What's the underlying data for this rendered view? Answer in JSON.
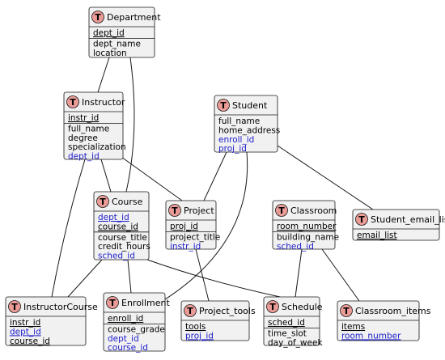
{
  "entity_marker": "T",
  "entities": [
    {
      "id": "department",
      "name": "Department",
      "attributes": [
        {
          "text": "dept_id",
          "pk": true,
          "fk": false
        },
        {
          "text": "dept_name",
          "pk": false,
          "fk": false
        },
        {
          "text": "location",
          "pk": false,
          "fk": false
        }
      ]
    },
    {
      "id": "instructor",
      "name": "Instructor",
      "attributes": [
        {
          "text": "instr_id",
          "pk": true,
          "fk": false
        },
        {
          "text": "full_name",
          "pk": false,
          "fk": false
        },
        {
          "text": "degree",
          "pk": false,
          "fk": false
        },
        {
          "text": "specialization",
          "pk": false,
          "fk": false
        },
        {
          "text": "dept_id",
          "pk": false,
          "fk": true
        }
      ]
    },
    {
      "id": "student",
      "name": "Student",
      "attributes": [
        {
          "text": "full_name",
          "pk": false,
          "fk": false
        },
        {
          "text": "home_address",
          "pk": false,
          "fk": false
        },
        {
          "text": "enroll_id",
          "pk": false,
          "fk": true
        },
        {
          "text": "proj_id",
          "pk": false,
          "fk": true
        }
      ]
    },
    {
      "id": "course",
      "name": "Course",
      "attributes": [
        {
          "text": "dept_id",
          "pk": true,
          "fk": true
        },
        {
          "text": "course_id",
          "pk": true,
          "fk": false
        },
        {
          "text": "course_title",
          "pk": false,
          "fk": false
        },
        {
          "text": "credit_hours",
          "pk": false,
          "fk": false
        },
        {
          "text": "sched_id",
          "pk": false,
          "fk": true
        }
      ]
    },
    {
      "id": "project",
      "name": "Project",
      "attributes": [
        {
          "text": "proj_id",
          "pk": true,
          "fk": false
        },
        {
          "text": "project_title",
          "pk": false,
          "fk": false
        },
        {
          "text": "instr_id",
          "pk": false,
          "fk": true
        }
      ]
    },
    {
      "id": "classroom",
      "name": "Classroom",
      "attributes": [
        {
          "text": "room_number",
          "pk": true,
          "fk": false
        },
        {
          "text": "building_name",
          "pk": false,
          "fk": false
        },
        {
          "text": "sched_id",
          "pk": false,
          "fk": true
        }
      ]
    },
    {
      "id": "student_email_list",
      "name": "Student_email_list",
      "attributes": [
        {
          "text": "email_list",
          "pk": true,
          "fk": false
        }
      ]
    },
    {
      "id": "instructorcourse",
      "name": "InstructorCourse",
      "attributes": [
        {
          "text": "instr_id",
          "pk": true,
          "fk": false
        },
        {
          "text": "dept_id",
          "pk": true,
          "fk": true
        },
        {
          "text": "course_id",
          "pk": true,
          "fk": false
        }
      ]
    },
    {
      "id": "enrollment",
      "name": "Enrollment",
      "attributes": [
        {
          "text": "enroll_id",
          "pk": true,
          "fk": false
        },
        {
          "text": "course_grade",
          "pk": false,
          "fk": false
        },
        {
          "text": "dept_id",
          "pk": false,
          "fk": true
        },
        {
          "text": "course_id",
          "pk": false,
          "fk": true
        }
      ]
    },
    {
      "id": "project_tools",
      "name": "Project_tools",
      "attributes": [
        {
          "text": "tools",
          "pk": true,
          "fk": false
        },
        {
          "text": "proj_id",
          "pk": true,
          "fk": true
        }
      ]
    },
    {
      "id": "schedule",
      "name": "Schedule",
      "attributes": [
        {
          "text": "sched_id",
          "pk": true,
          "fk": false
        },
        {
          "text": "time_slot",
          "pk": false,
          "fk": false
        },
        {
          "text": "day_of_week",
          "pk": false,
          "fk": false
        }
      ]
    },
    {
      "id": "classroom_items",
      "name": "Classroom_items",
      "attributes": [
        {
          "text": "items",
          "pk": true,
          "fk": false
        },
        {
          "text": "room_number",
          "pk": true,
          "fk": true
        }
      ]
    }
  ],
  "relationships": [
    {
      "from": "department",
      "to": "instructor"
    },
    {
      "from": "department",
      "to": "course"
    },
    {
      "from": "instructor",
      "to": "course"
    },
    {
      "from": "instructor",
      "to": "project"
    },
    {
      "from": "instructor",
      "to": "instructorcourse"
    },
    {
      "from": "student",
      "to": "project"
    },
    {
      "from": "student",
      "to": "enrollment"
    },
    {
      "from": "student",
      "to": "student_email_list"
    },
    {
      "from": "course",
      "to": "instructorcourse"
    },
    {
      "from": "course",
      "to": "enrollment"
    },
    {
      "from": "course",
      "to": "schedule"
    },
    {
      "from": "project",
      "to": "project_tools"
    },
    {
      "from": "classroom",
      "to": "schedule"
    },
    {
      "from": "classroom",
      "to": "classroom_items"
    }
  ],
  "colors": {
    "entity_fill": "#f1f1f1",
    "entity_border": "#181818",
    "marker_fill": "#ea9b96",
    "foreign_key_text": "#2020cc",
    "edge": "#181818"
  }
}
